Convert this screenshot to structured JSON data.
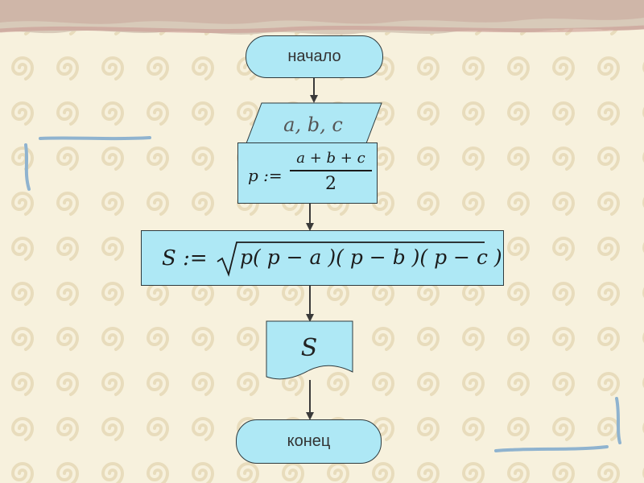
{
  "flowchart": {
    "start_label": "начало",
    "input_vars": "a, b, c",
    "p_assign": {
      "lhs": "p :=",
      "numerator": "a + b + c",
      "denominator": "2"
    },
    "s_assign": {
      "lhs": "S :=",
      "radicand": "p( p − a )( p − b )( p − c )"
    },
    "output_var": "S",
    "end_label": "конец"
  },
  "colors": {
    "block_fill": "#aee8f5",
    "block_border": "#2e3a3e",
    "arrow": "#3a3a3a",
    "background": "#f7f1dd",
    "swirl_pattern": "#e8dcbc",
    "top_band": "#c9a59b",
    "corner_brackets": "#8fb3cf"
  }
}
